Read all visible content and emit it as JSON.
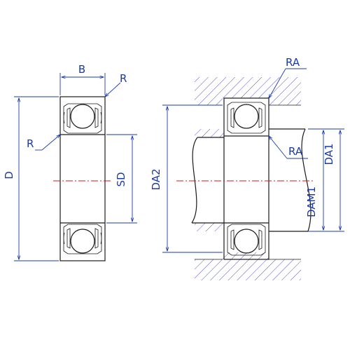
{
  "labels": {
    "width": "B",
    "outer_diameter": "D",
    "chamfer_top": "R",
    "chamfer_left": "R",
    "shaft_bore": "SD",
    "housing_fillet": "RA",
    "shaft_fillet": "RA",
    "housing_abutment": "DA2",
    "shaft_shoulder": "DA1",
    "shaft_diameter": "DAM1"
  },
  "colors": {
    "outline": "#1a1a1a",
    "dimension": "#1a3aa8",
    "centerline": "#d01818",
    "hatch": "#2a2ab0"
  }
}
